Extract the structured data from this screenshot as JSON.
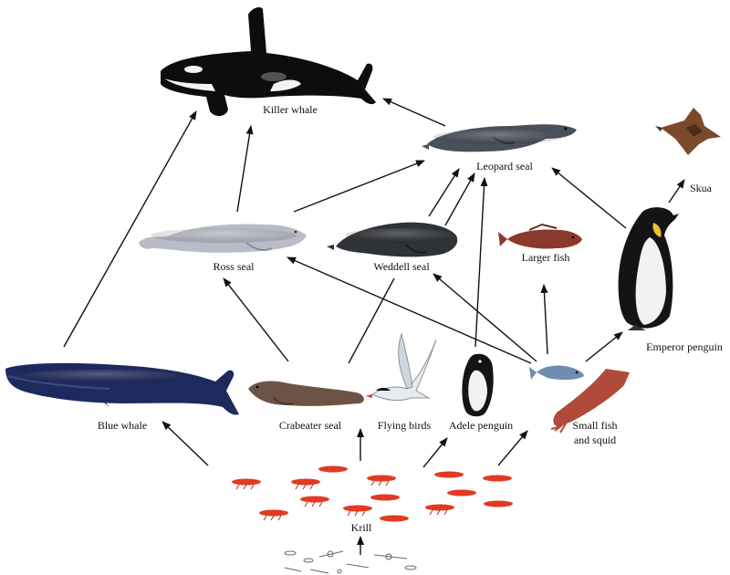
{
  "labels": {
    "killer_whale": "Killer whale",
    "leopard_seal": "Leopard seal",
    "skua": "Skua",
    "ross_seal": "Ross seal",
    "weddell_seal": "Weddell seal",
    "larger_fish": "Larger fish",
    "emperor_penguin": "Emperor penguin",
    "blue_whale": "Blue whale",
    "crabeater_seal": "Crabeater seal",
    "flying_birds": "Flying birds",
    "adele_penguin": "Adele penguin",
    "small_fish_line1": "Small fish",
    "small_fish_line2": "and squid",
    "krill": "Krill"
  },
  "colors": {
    "orca_black": "#0d0d0d",
    "orca_white": "#f4f4f4",
    "leopard_seal": "#4a4f5c",
    "ross_seal": "#b9bcc8",
    "weddell_seal": "#2f3236",
    "blue_whale": "#1e2a5e",
    "crabeater_seal": "#6b5446",
    "krill": "#e23a22",
    "larger_fish": "#8a3a2c",
    "small_fish": "#6f8db0",
    "squid": "#b04a3a",
    "skua": "#7a4a2a",
    "penguin_black": "#141414",
    "penguin_yellow": "#f0c030",
    "arrow": "#111111"
  }
}
